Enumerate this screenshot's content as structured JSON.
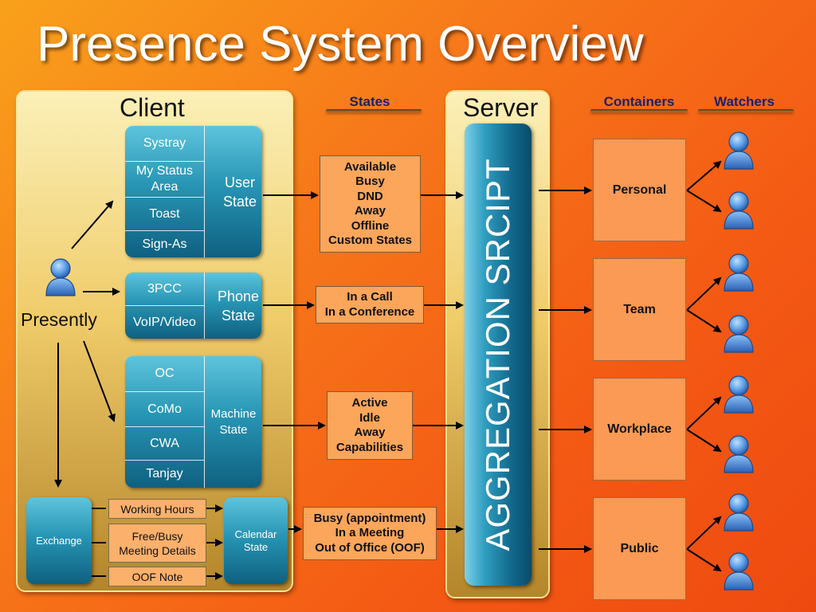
{
  "title": "Presence System Overview",
  "client": {
    "title": "Client",
    "actor_label": "Presently",
    "user_state": {
      "label": "User State",
      "items": [
        "Systray",
        "My Status Area",
        "Toast",
        "Sign-As"
      ]
    },
    "phone_state": {
      "label": "Phone State",
      "items": [
        "3PCC",
        "VoIP/Video"
      ]
    },
    "machine_state": {
      "label": "Machine State",
      "items": [
        "OC",
        "CoMo",
        "CWA",
        "Tanjay"
      ]
    },
    "exchange": {
      "label": "Exchange",
      "items": [
        "Working Hours",
        "Free/Busy Meeting Details",
        "OOF Note"
      ],
      "calendar_label": "Calendar State"
    }
  },
  "headers": {
    "states": "States",
    "containers": "Containers",
    "watchers": "Watchers"
  },
  "states": {
    "user": [
      "Available",
      "Busy",
      "DND",
      "Away",
      "Offline",
      "Custom States"
    ],
    "phone": [
      "In a Call",
      "In a Conference"
    ],
    "machine": [
      "Active",
      "Idle",
      "Away",
      "Capabilities"
    ],
    "calendar": [
      "Busy (appointment)",
      "In a Meeting",
      "Out of Office (OOF)"
    ]
  },
  "server": {
    "title": "Server",
    "aggregation": "AGGREGATION SRCIPT"
  },
  "containers": [
    "Personal",
    "Team",
    "Workplace",
    "Public"
  ],
  "colors": {
    "teal": "#1f86a8",
    "state_fill": "#fba65a",
    "container_fill": "#fa9a55",
    "person": "#4f8fd8"
  }
}
